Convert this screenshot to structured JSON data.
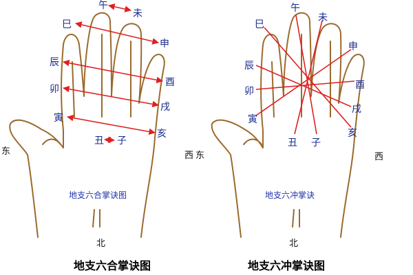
{
  "left": {
    "branches": {
      "wu": "午",
      "wei": "未",
      "si": "巳",
      "shen": "申",
      "chen": "辰",
      "you": "酉",
      "mao": "卯",
      "xu": "戌",
      "yin": "寅",
      "hai": "亥",
      "chou": "丑",
      "zi": "子"
    },
    "dir_east": "东",
    "dir_north": "北",
    "palm_title": "地支六合掌诀图",
    "caption": "地支六合掌诀图"
  },
  "right": {
    "branches": {
      "wu": "午",
      "wei": "未",
      "si": "巳",
      "shen": "申",
      "chen": "辰",
      "you": "酉",
      "mao": "卯",
      "xu": "戌",
      "yin": "寅",
      "hai": "亥",
      "chou": "丑",
      "zi": "子"
    },
    "dir_west": "西",
    "dir_east": "东",
    "dir_west2": "西",
    "dir_north": "北",
    "palm_title": "地支六冲掌诀",
    "caption": "地支六冲掌诀图"
  },
  "colors": {
    "line": "#e02020",
    "text": "#1a2a8c",
    "hand": "#9b6a2c"
  }
}
